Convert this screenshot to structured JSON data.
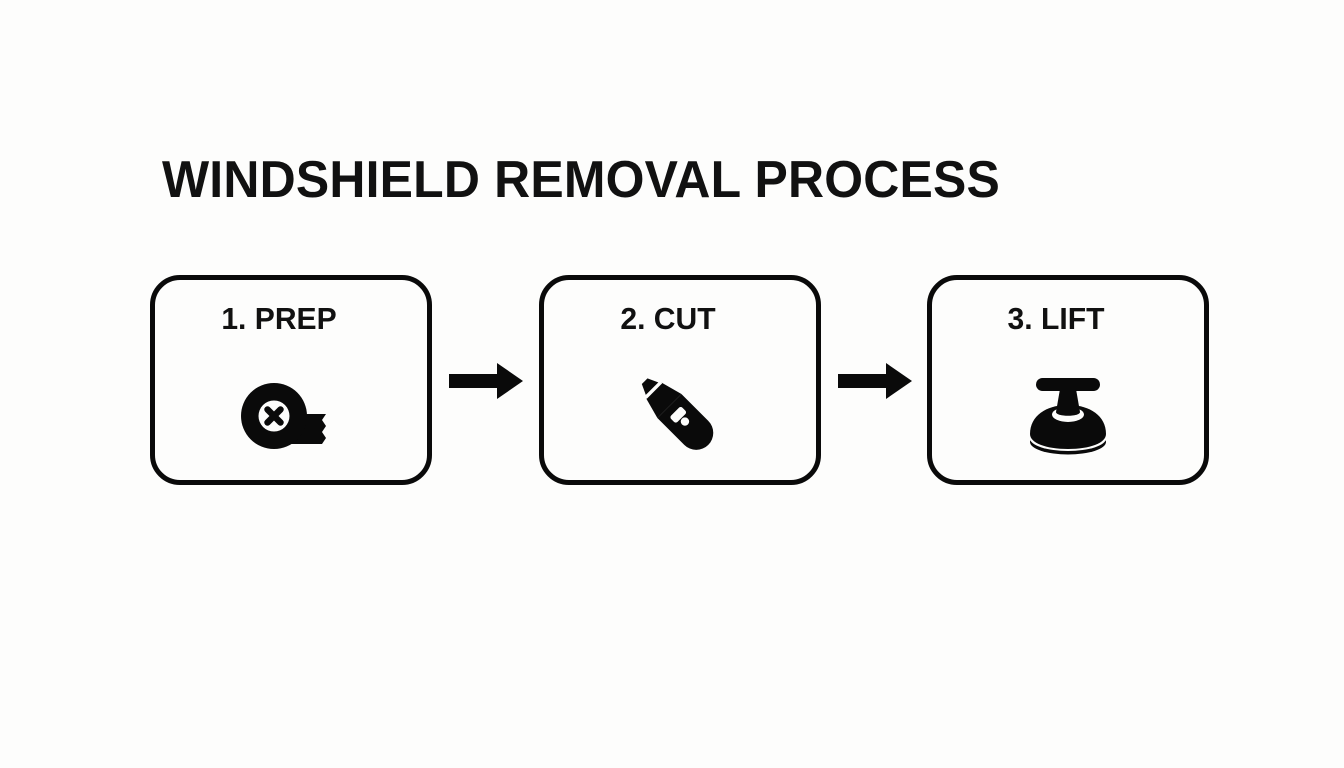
{
  "page": {
    "title": "WINDSHIELD REMOVAL PROCESS",
    "background_color": "#fdfdfc",
    "ink_color": "#0a0a0a"
  },
  "steps": [
    {
      "label": "1. PREP",
      "number": "1",
      "name": "PREP",
      "icon": "tape-roll-icon"
    },
    {
      "label": "2. CUT",
      "number": "2",
      "name": "CUT",
      "icon": "utility-knife-icon"
    },
    {
      "label": "3. LIFT",
      "number": "3",
      "name": "LIFT",
      "icon": "suction-cup-icon"
    }
  ],
  "connectors": [
    {
      "icon": "arrow-right-icon",
      "from": "1. PREP",
      "to": "2. CUT"
    },
    {
      "icon": "arrow-right-icon",
      "from": "2. CUT",
      "to": "3. LIFT"
    }
  ]
}
